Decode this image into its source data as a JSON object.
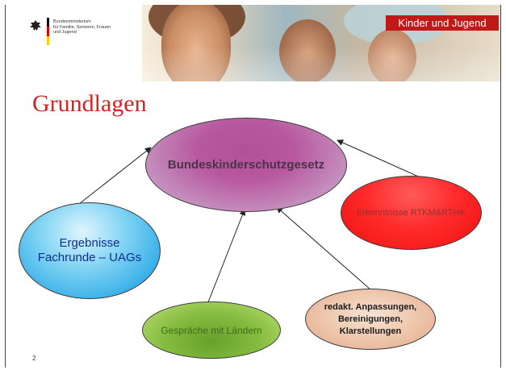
{
  "header": {
    "ministry_name": "Bundesministerium\nfür Familie, Senioren, Frauen\nund Jugend",
    "section_badge": "Kinder und Jugend"
  },
  "slide": {
    "title": "Grundlagen",
    "page_number": "2"
  },
  "diagram": {
    "center_node": "Bundeskinderschutzgesetz",
    "nodes": {
      "ergebnisse_line1": "Ergebnisse",
      "ergebnisse_line2": "Fachrunde –  UAGs",
      "erkenntnisse": "Erkenntnisse RTKM&RTHK",
      "gespraeche": "Gespräche mit Ländern",
      "redakt_line1": "redakt. Anpassungen,",
      "redakt_line2": "Bereinigungen,",
      "redakt_line3": "Klarstellungen"
    }
  },
  "colors": {
    "title": "#d12424",
    "badge_background": "#c11918",
    "center_node": "#b8599f",
    "ergebnisse_node": "#3ab0e8",
    "erkenntnisse_node": "#ff2b2b",
    "gespraeche_node": "#86bd3f",
    "redakt_node": "#eec7ad"
  }
}
